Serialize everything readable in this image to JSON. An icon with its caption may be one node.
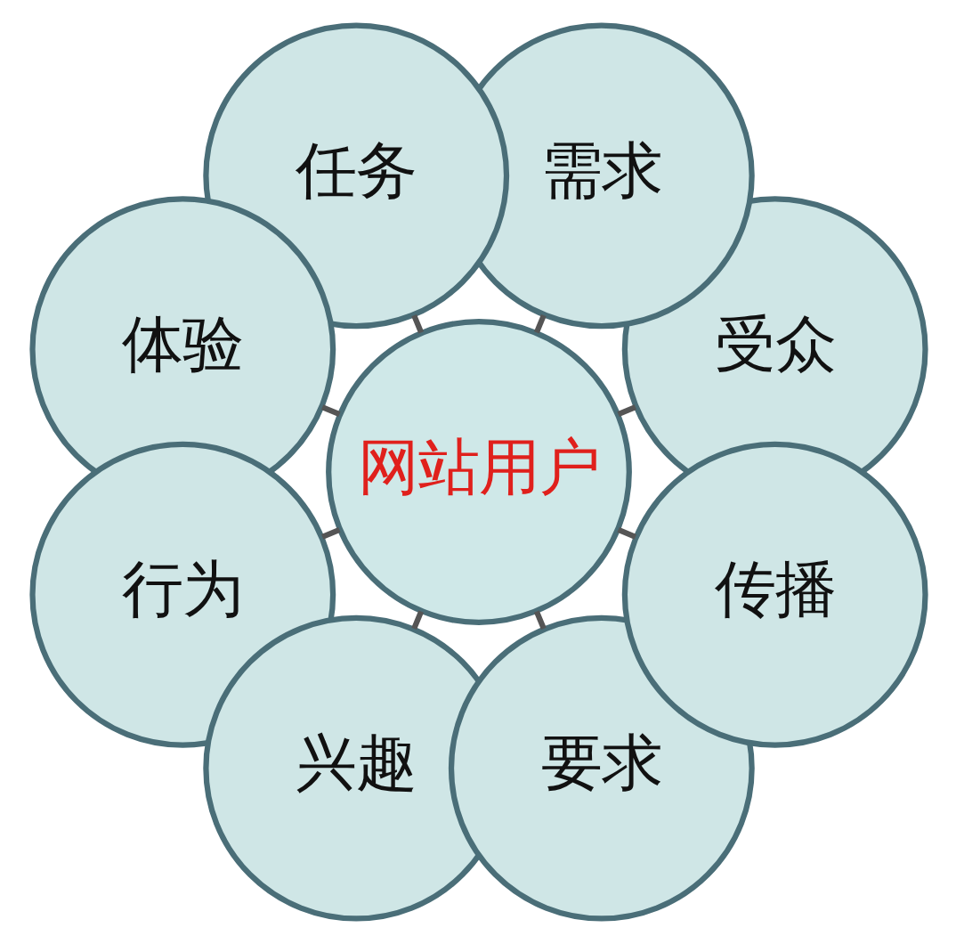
{
  "diagram": {
    "nodes": [
      {
        "text": [
          "网站用户"
        ]
      },
      {
        "text": [
          "受众"
        ]
      },
      {
        "text": [
          "需求"
        ]
      },
      {
        "text": [
          "任务"
        ]
      },
      {
        "text": [
          "体验"
        ]
      },
      {
        "text": [
          "行为"
        ]
      },
      {
        "text": [
          "兴趣"
        ]
      },
      {
        "text": [
          "要求"
        ]
      },
      {
        "text": [
          "传播"
        ]
      }
    ],
    "edges": [
      {
        "from": 0,
        "to": 1,
        "arrow": "none"
      },
      {
        "from": 0,
        "to": 3,
        "arrow": "none"
      },
      {
        "from": 0,
        "to": 5,
        "arrow": "none"
      },
      {
        "from": 0,
        "to": 7,
        "arrow": "none"
      },
      {
        "from": 0,
        "to": 8,
        "arrow": "none"
      },
      {
        "from": 0,
        "to": 6,
        "arrow": "none"
      },
      {
        "from": 0,
        "to": 4,
        "arrow": "none"
      },
      {
        "from": 0,
        "to": 2,
        "arrow": "none"
      }
    ]
  }
}
